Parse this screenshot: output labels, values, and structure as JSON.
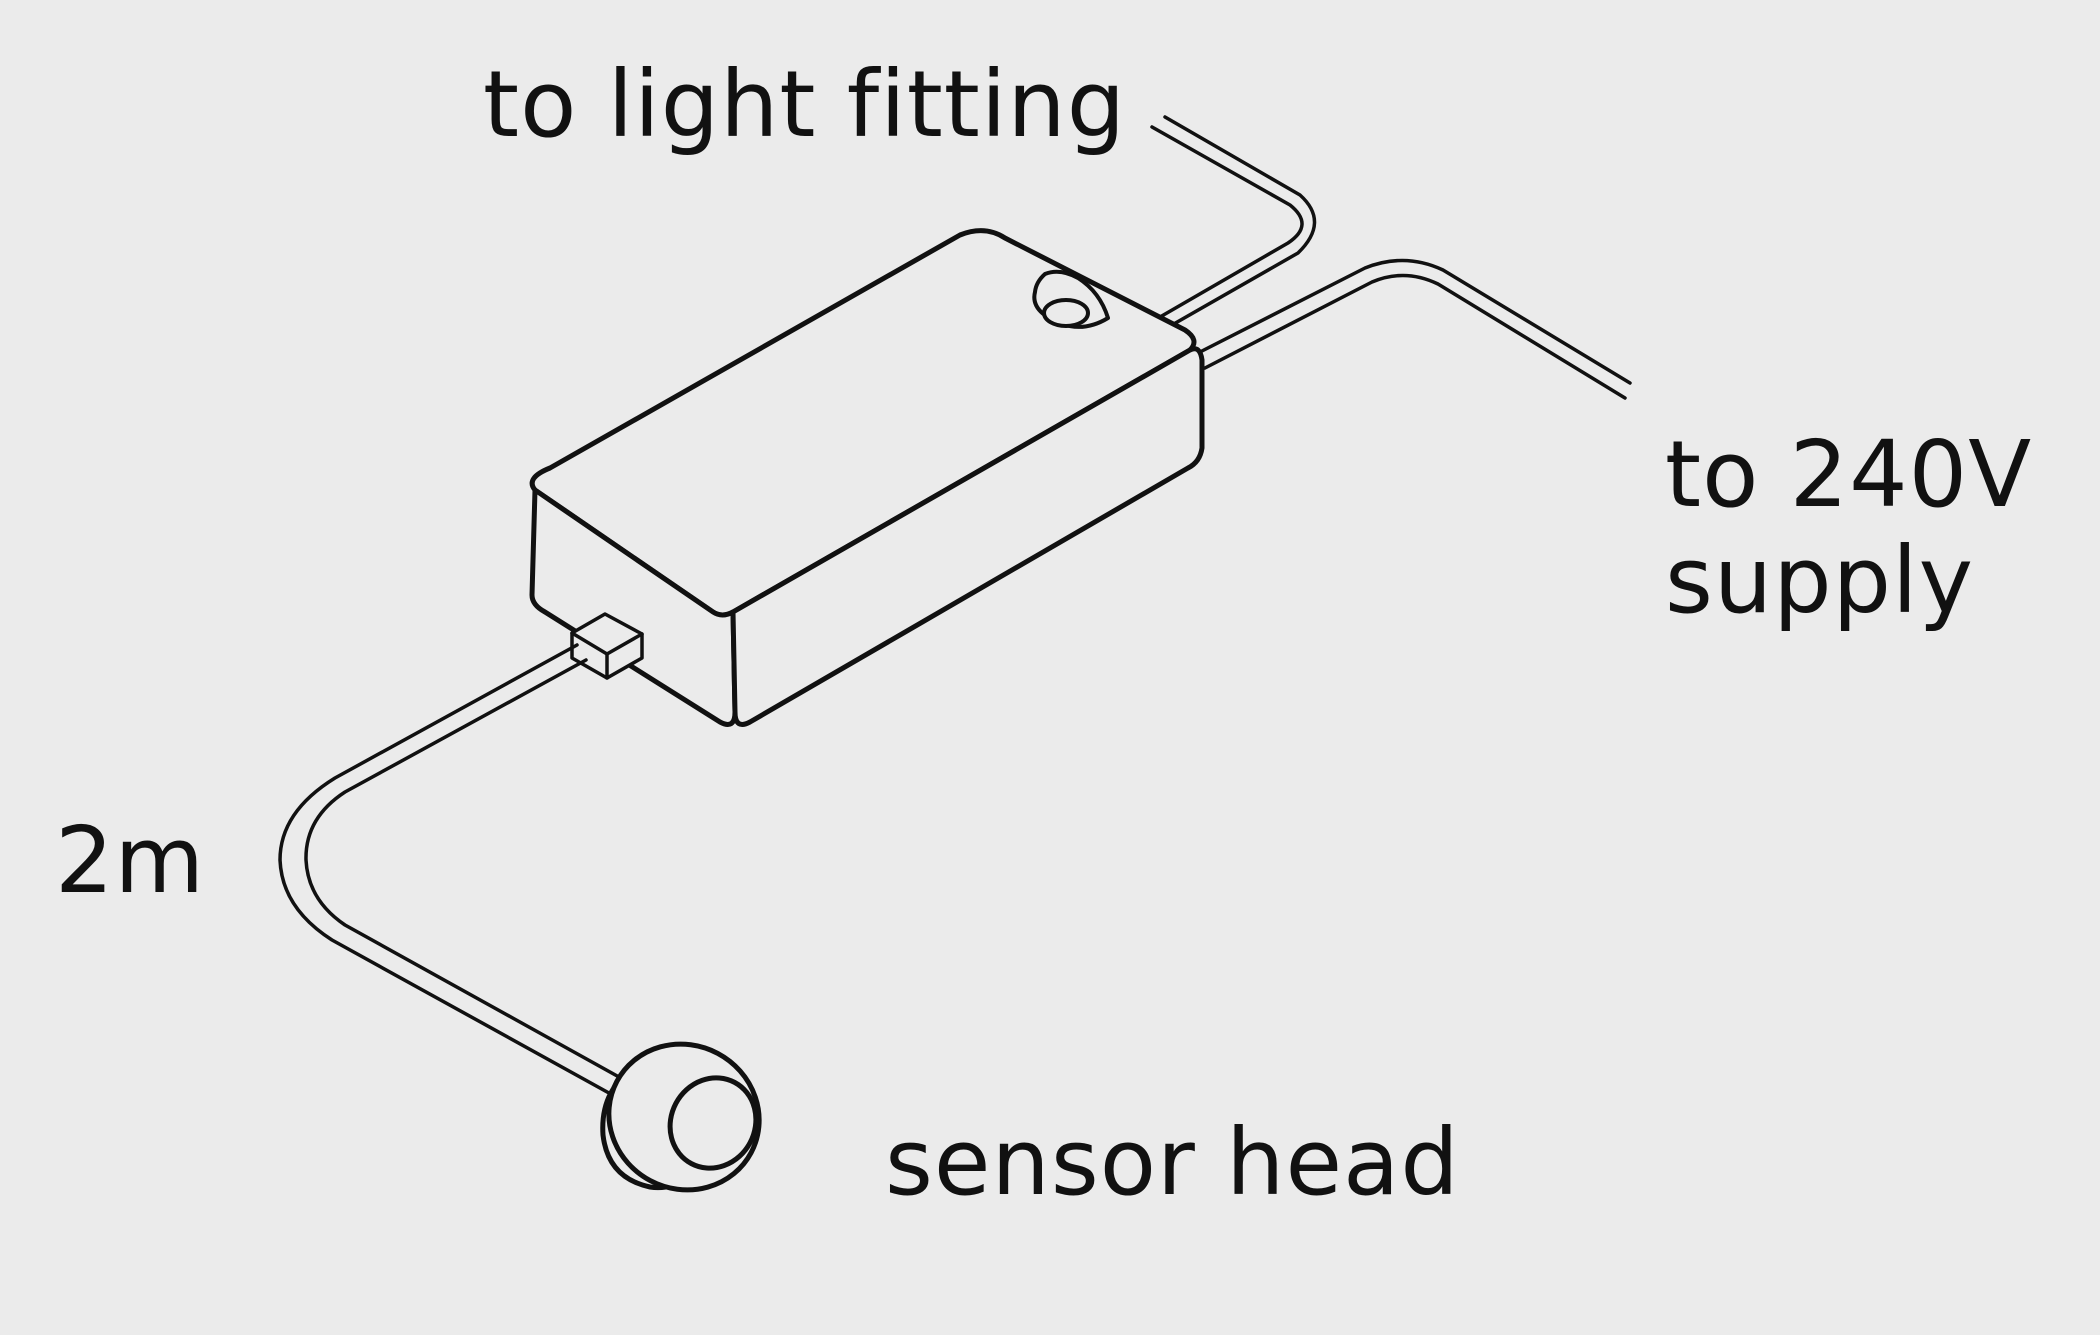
{
  "labels": {
    "light_fitting": "to light fitting",
    "supply_line1": "to 240V",
    "supply_line2": "supply",
    "cable_length": "2m",
    "sensor_head": "sensor head"
  },
  "colors": {
    "background": "#ebebeb",
    "stroke": "#111111",
    "fill": "#ebebeb"
  }
}
